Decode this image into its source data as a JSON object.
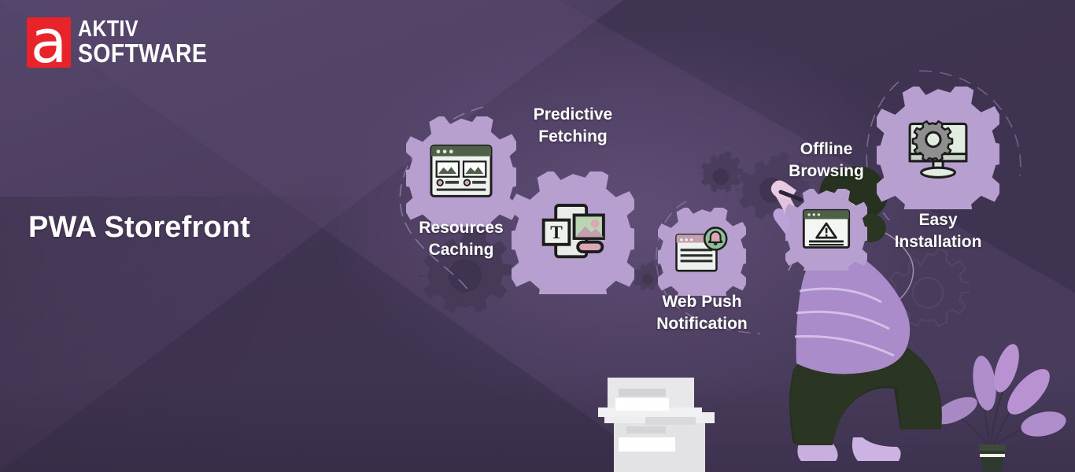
{
  "brand": {
    "logo_glyph": "a",
    "line1": "AKTIV",
    "line2": "SOFTWARE",
    "mark_color": "#e8232a"
  },
  "hero": {
    "title": "PWA Storefront"
  },
  "theme": {
    "bg_light_purple": "#54456a",
    "bg_dark_purple": "#3d3350",
    "gear_fill": "#b79fd0",
    "gear_dark": "#463a58",
    "accent_green": "#8fbf97",
    "accent_pink": "#d9a8b4",
    "text_color": "#ffffff"
  },
  "features": [
    {
      "id": "resources-caching",
      "label": "Resources\nCaching",
      "icon": "browser-cache-icon"
    },
    {
      "id": "predictive-fetching",
      "label": "Predictive\nFetching",
      "icon": "media-text-icon"
    },
    {
      "id": "web-push-notification",
      "label": "Web Push\nNotification",
      "icon": "browser-bell-icon"
    },
    {
      "id": "offline-browsing",
      "label": "Offline\nBrowsing",
      "icon": "browser-warning-icon"
    },
    {
      "id": "easy-installation",
      "label": "Easy\nInstallation",
      "icon": "monitor-gear-icon"
    }
  ],
  "illustration": {
    "person": "crouching-person-drawing",
    "boxes": "stacked-boxes",
    "plant": "potted-plant"
  }
}
